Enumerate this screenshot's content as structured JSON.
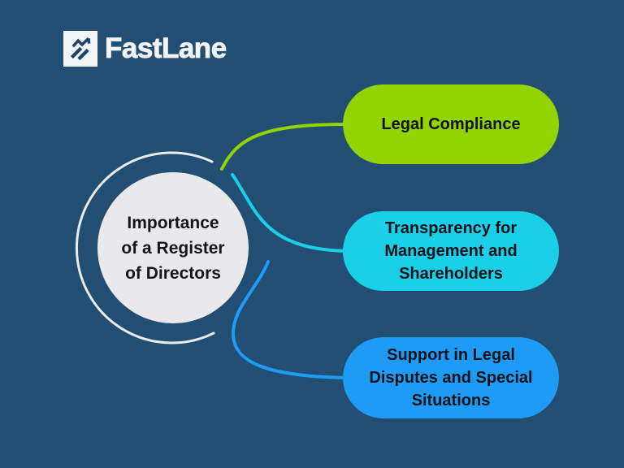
{
  "page": {
    "background_color": "#214e72"
  },
  "logo": {
    "brand": "FastLane",
    "icon": "runner-arrow-icon",
    "box_color": "#f2f4f6",
    "glyph_color": "#1d4568"
  },
  "diagram": {
    "center": {
      "title": "Importance of a Register of Directors",
      "lines": [
        "Importance",
        "of a Register",
        "of Directors"
      ],
      "fill_color": "#e9e9ec",
      "ring_color": "#e9ebee",
      "text_color": "#14141c"
    },
    "nodes": [
      {
        "label": "Legal Compliance",
        "color": "#91d402"
      },
      {
        "label": "Transparency for Management and Shareholders",
        "color": "#1ccfe8"
      },
      {
        "label": "Support in Legal Disputes and Special Situations",
        "color": "#1e9bf5"
      }
    ]
  }
}
